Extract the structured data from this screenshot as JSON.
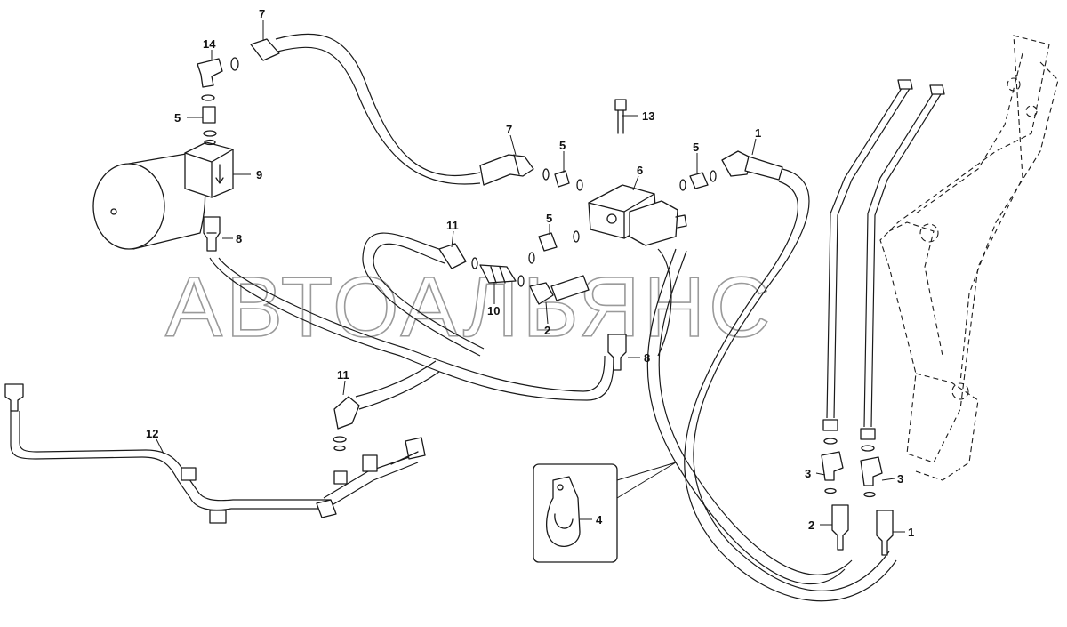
{
  "watermark": "АВТОАЛЬЯНС",
  "callouts": {
    "c1a": "1",
    "c1b": "1",
    "c2a": "2",
    "c2b": "2",
    "c3a": "3",
    "c3b": "3",
    "c4": "4",
    "c5a": "5",
    "c5b": "5",
    "c5c": "5",
    "c5d": "5",
    "c6": "6",
    "c7a": "7",
    "c7b": "7",
    "c8a": "8",
    "c8b": "8",
    "c9": "9",
    "c10": "10",
    "c11a": "11",
    "c11b": "11",
    "c12": "12",
    "c13": "13",
    "c14": "14"
  }
}
